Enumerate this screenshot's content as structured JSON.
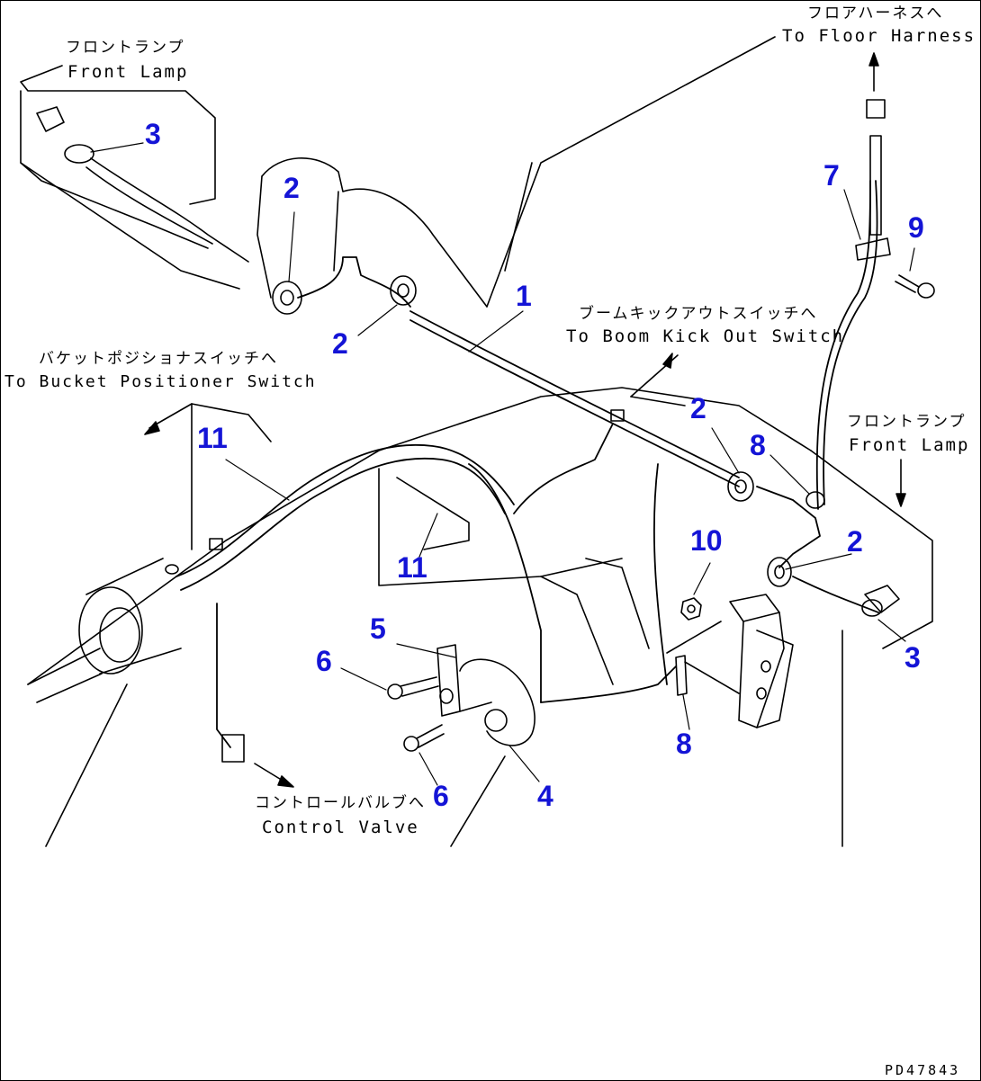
{
  "colors": {
    "callout": "#1414d6",
    "line": "#000000",
    "background": "#ffffff"
  },
  "labels": {
    "front_lamp_left_jp": "フロントランプ",
    "front_lamp_left_en": "Front Lamp",
    "floor_harness_jp": "フロアハーネスへ",
    "floor_harness_en": "To Floor Harness",
    "boom_kickout_jp": "ブームキックアウトスイッチへ",
    "boom_kickout_en": "To Boom Kick Out Switch",
    "bucket_positioner_jp": "バケットポジショナスイッチへ",
    "bucket_positioner_en": "To Bucket Positioner Switch",
    "front_lamp_right_jp": "フロントランプ",
    "front_lamp_right_en": "Front Lamp",
    "control_valve_jp": "コントロールバルブへ",
    "control_valve_en": "Control Valve",
    "drawing_code": "PD47843"
  },
  "callouts": {
    "c3_top": "3",
    "c2_left": "2",
    "c2_mid": "2",
    "c1": "1",
    "c7": "7",
    "c9": "9",
    "c2_right_top": "2",
    "c8_top": "8",
    "c11_left": "11",
    "c11_mid": "11",
    "c10": "10",
    "c2_right": "2",
    "c5": "5",
    "c6_top": "6",
    "c3_right": "3",
    "c8_bottom": "8",
    "c6_bottom": "6",
    "c4": "4"
  }
}
